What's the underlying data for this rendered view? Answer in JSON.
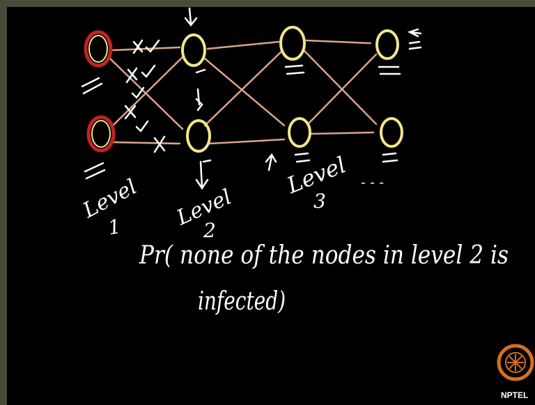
{
  "diagram": {
    "colors": {
      "board": "#000000",
      "frame": "#4a4a3a",
      "node_stroke": "#f2e68a",
      "infected_stroke": "#c42222",
      "edge": "#d9a58a",
      "ink": "#ffffff"
    },
    "level_labels": [
      {
        "word": "Level",
        "number": "1"
      },
      {
        "word": "Level",
        "number": "2"
      },
      {
        "word": "Level",
        "number": "3"
      }
    ],
    "ellipsis": "- - -",
    "question_line1": "Pr( none of the nodes in level 2 is",
    "question_line2": "infected)"
  },
  "logo": {
    "label": "NPTEL",
    "icon": "nptel-logo-icon",
    "color": "#d4701c"
  }
}
